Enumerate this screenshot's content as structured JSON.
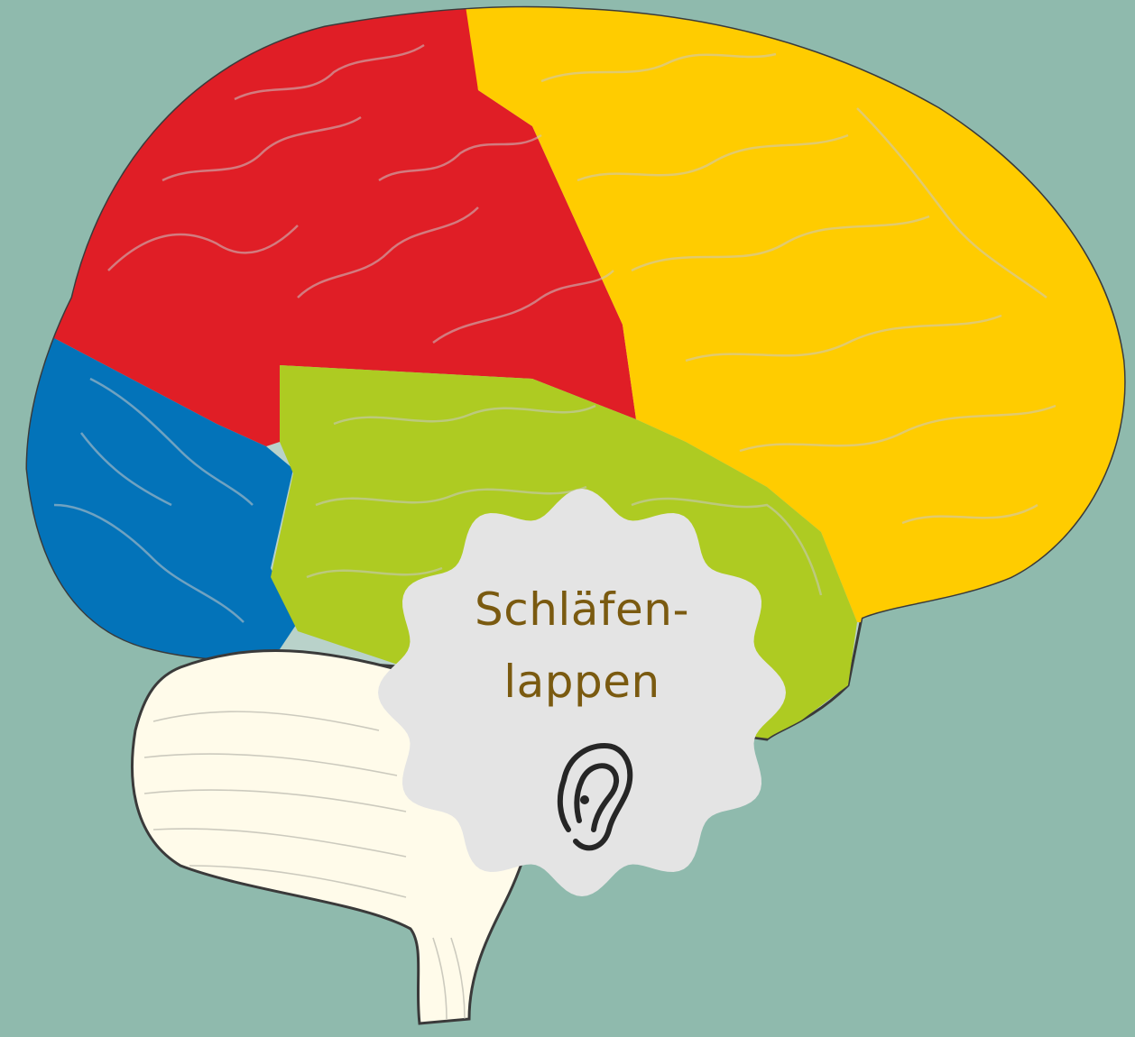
{
  "diagram": {
    "background_color": "#8fbaad",
    "regions": [
      {
        "id": "frontal",
        "color": "#e01e26"
      },
      {
        "id": "parietal",
        "color": "#ffcc00"
      },
      {
        "id": "occipital",
        "color": "#0373b9"
      },
      {
        "id": "temporal",
        "color": "#aecb22"
      },
      {
        "id": "cerebellum",
        "color": "#fffbea"
      }
    ],
    "highlight_badge": {
      "label_line_1": "Schläfen-",
      "label_line_2": "lappen",
      "icon": "ear-icon",
      "badge_color": "#e4e4e4",
      "text_color": "#7a5a10"
    }
  }
}
